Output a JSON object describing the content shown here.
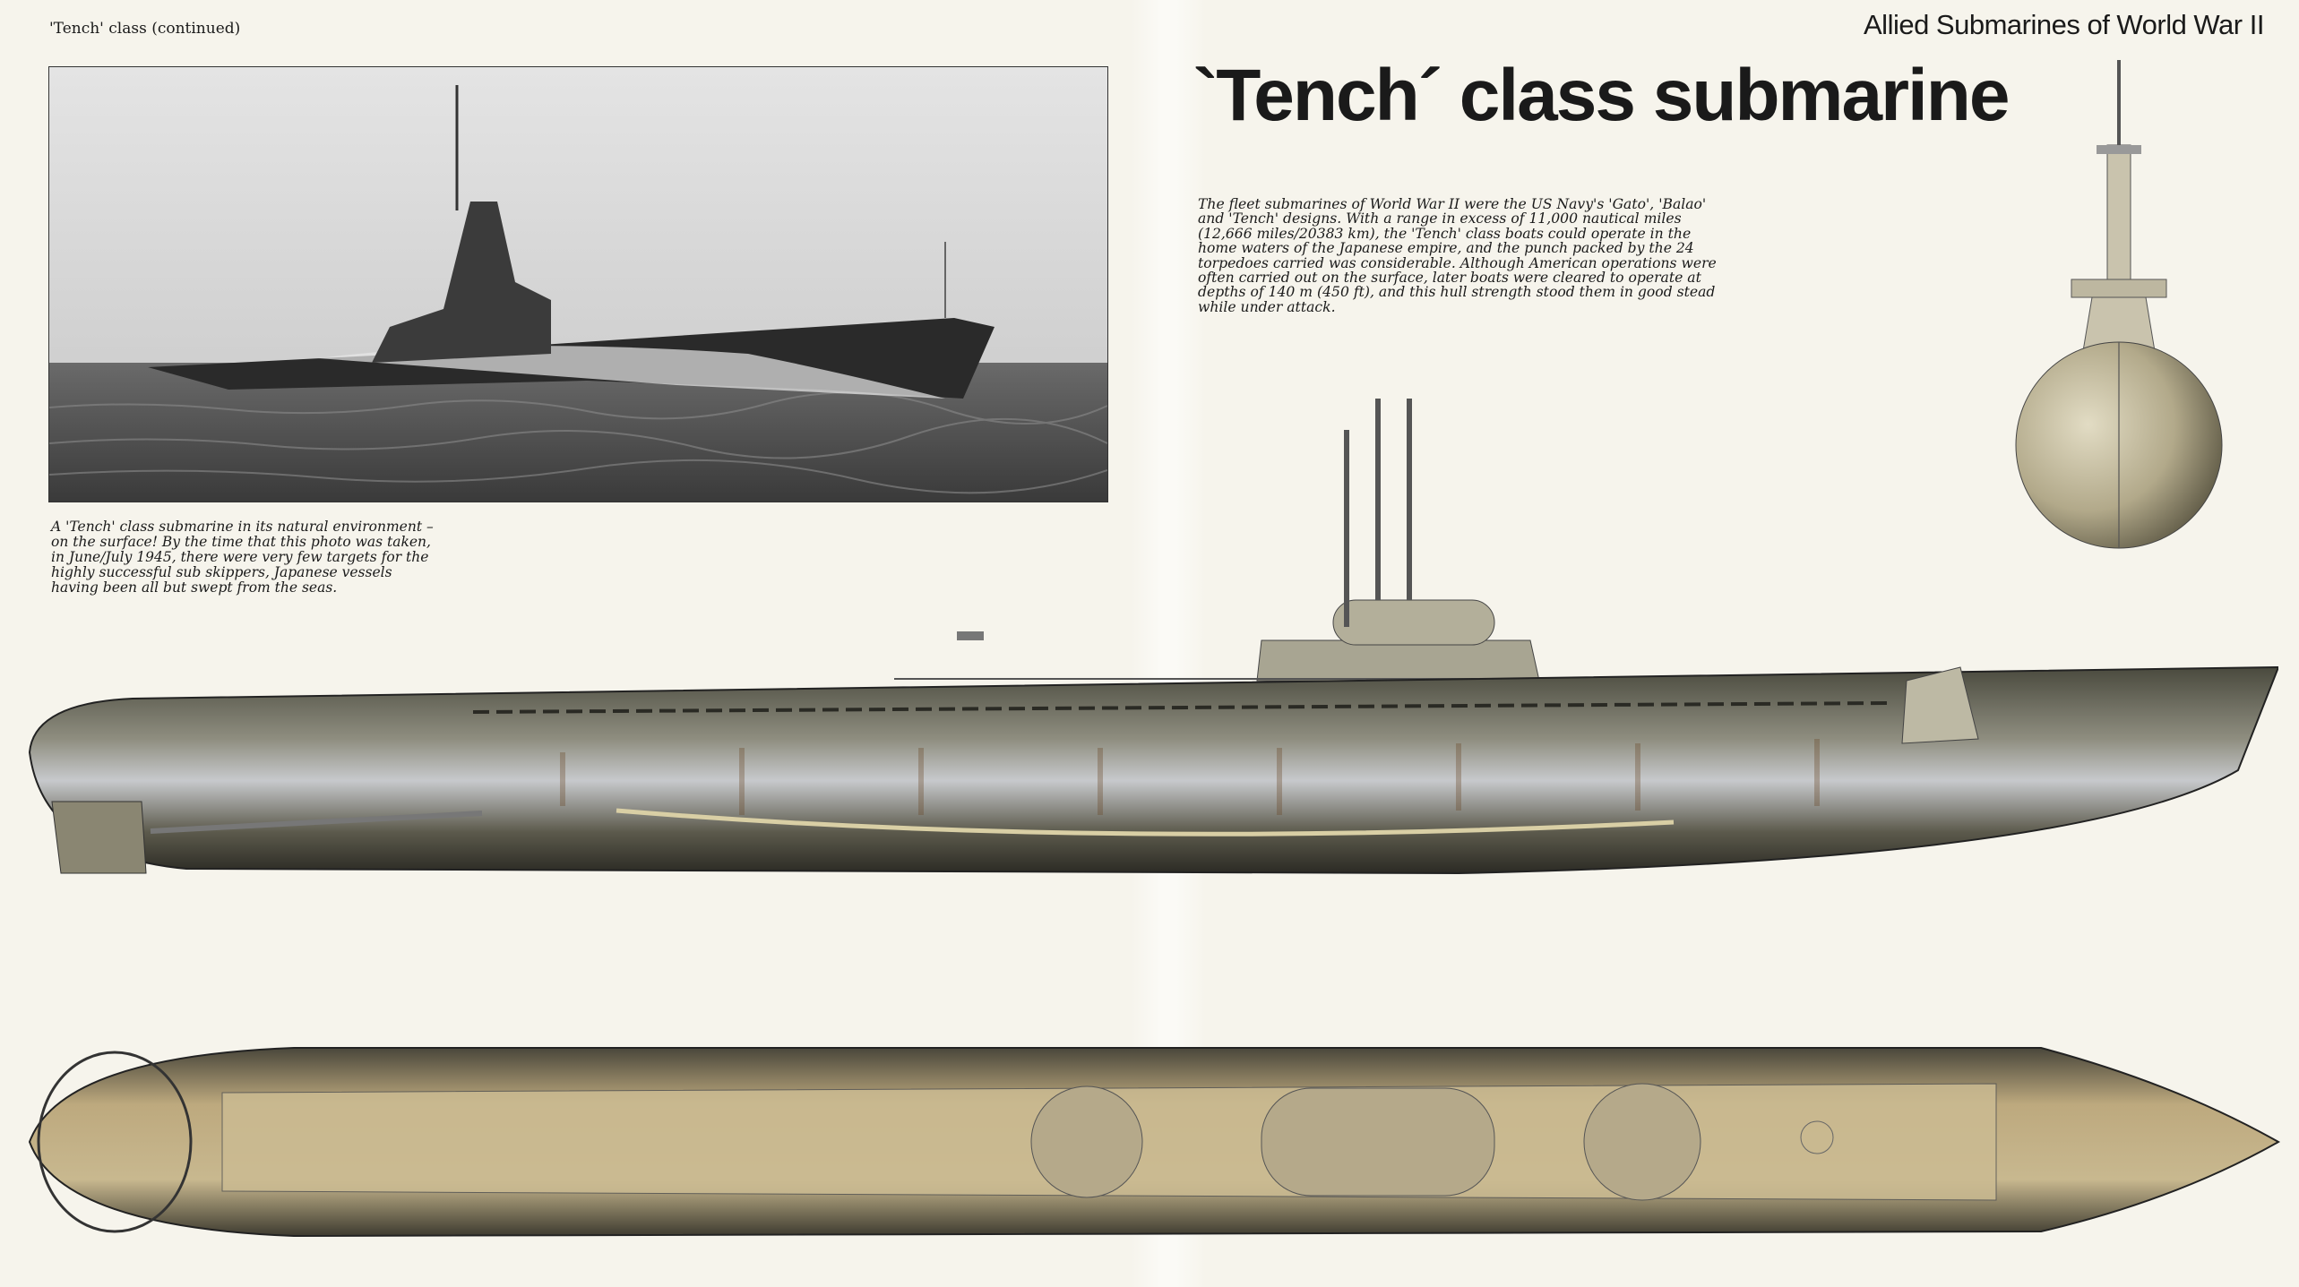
{
  "header": {
    "section": "'Tench' class (continued)",
    "book_title": "Allied Submarines of World War II"
  },
  "article": {
    "title": "`Tench´ class submarine",
    "intro": "The fleet submarines of World War II were the US Navy's 'Gato', 'Balao' and 'Tench' designs. With a range in excess of 11,000 nautical miles (12,666 miles/20383 km), the 'Tench' class boats could operate in the home waters of the Japanese empire, and the punch packed by the 24 torpedoes carried was considerable. Although American operations were often carried out on the surface, later boats were cleared to operate at depths of 140 m (450 ft), and this hull strength stood them in good stead while under attack."
  },
  "photo": {
    "caption": "A 'Tench' class submarine in its natural environment – on the surface! By the time that this photo was taken, in June/July 1945, there were very few targets for the highly successful sub skippers, Japanese vessels having been all but swept from the seas."
  },
  "colors": {
    "paper": "#f6f4ec",
    "hull_dark": "#3a3a30",
    "hull_light": "#b9b8a8",
    "deck": "#b8a57c"
  }
}
